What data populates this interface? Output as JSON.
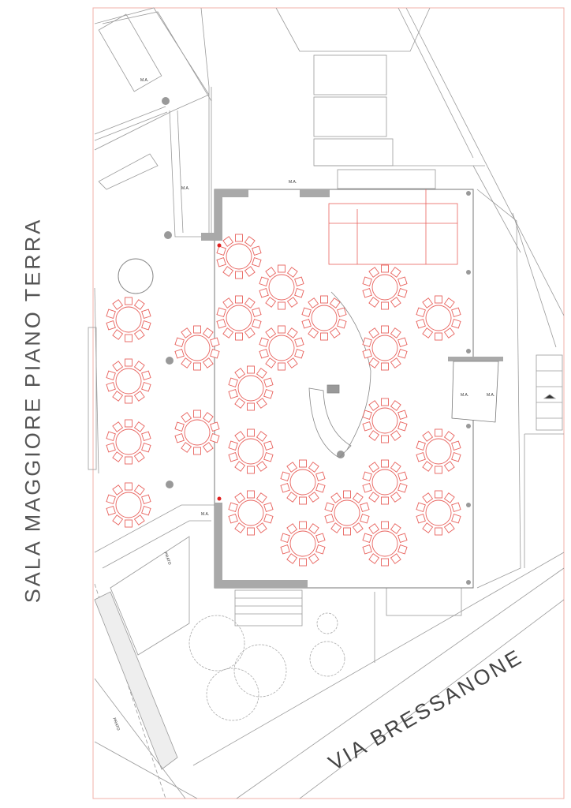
{
  "title": "SALA MAGGIORE PIANO TERRA",
  "street": "VIA BRESSANONE",
  "labels": {
    "emergency_light": "M.A.",
    "lawn": "PRATO"
  },
  "layout_summary": {
    "round_tables": 25,
    "chairs_per_table": 10
  },
  "colors": {
    "furniture": "#e8625d",
    "walls": "#a9a9a9",
    "lines": "#9a9a9a",
    "border": "#f0b0aa"
  }
}
